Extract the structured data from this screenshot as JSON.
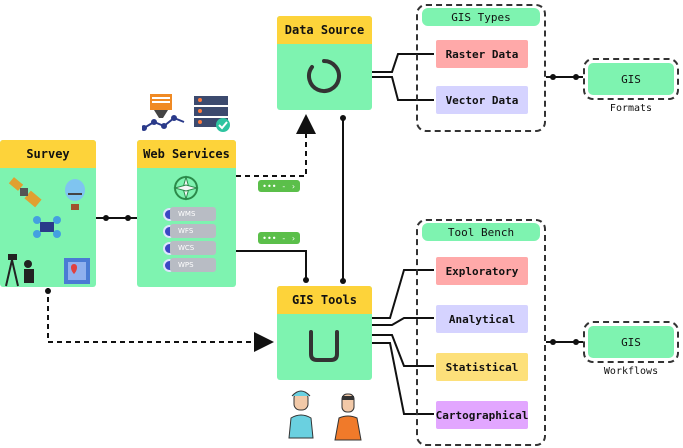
{
  "nodes": {
    "survey": "Survey",
    "web_services": "Web Services",
    "data_source": "Data Source",
    "gis_tools": "GIS Tools"
  },
  "services": [
    "WMS",
    "WFS",
    "WCS",
    "WPS"
  ],
  "groups": {
    "gis_types": {
      "label": "GIS Types",
      "items": [
        "Raster Data",
        "Vector Data"
      ]
    },
    "tool_bench": {
      "label": "Tool Bench",
      "items": [
        "Exploratory",
        "Analytical",
        "Statistical",
        "Cartographical"
      ]
    }
  },
  "outputs": {
    "formats": {
      "label": "GIS",
      "caption": "Formats"
    },
    "workflows": {
      "label": "GIS",
      "caption": "Workflows"
    }
  },
  "arrow_tags": [
    "••• - ›",
    "••• - ›"
  ],
  "colors": {
    "card": "#7ef3b0",
    "header": "#fdd33a",
    "raster": "#ffa9a9",
    "vector": "#d5d3ff",
    "exploratory": "#ffa9a9",
    "analytical": "#d5d3ff",
    "statistical": "#fde07a",
    "cartographical": "#e2a6ff"
  },
  "icons": {
    "survey": [
      "satellite-icon",
      "balloon-icon",
      "drone-icon",
      "surveyor-icon",
      "map-phone-icon"
    ],
    "web_services": [
      "compass-icon",
      "database-server-icon",
      "data-filter-icon"
    ],
    "people": [
      "person-icon",
      "person-icon"
    ]
  }
}
